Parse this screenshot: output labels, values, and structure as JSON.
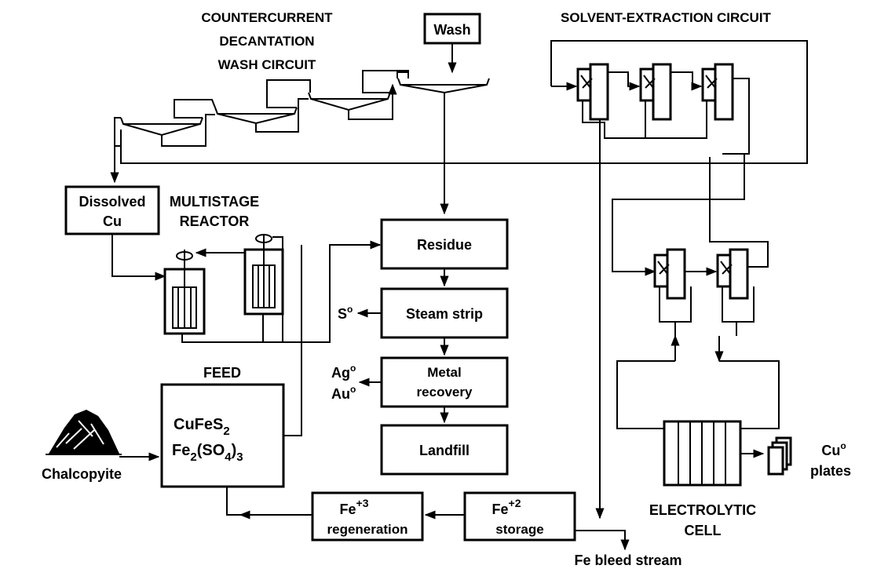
{
  "title_ccd": [
    "COUNTERCURRENT",
    "DECANTATION",
    "WASH CIRCUIT"
  ],
  "title_sx": "SOLVENT-EXTRACTION CIRCUIT",
  "wash": "Wash",
  "dissolved": [
    "Dissolved",
    "Cu"
  ],
  "reactor_title": [
    "MULTISTAGE",
    "REACTOR"
  ],
  "residue": "Residue",
  "steam_strip": "Steam strip",
  "sulfur": "S",
  "metal_recovery": [
    "Metal",
    "recovery"
  ],
  "silver": "Ag",
  "gold": "Au",
  "landfill": "Landfill",
  "feed_title": "FEED",
  "feed_formula": {
    "line1_base": "CuFeS",
    "line1_sub": "2",
    "line2_a": "Fe",
    "line2_sub1": "2",
    "line2_b": "(SO",
    "line2_sub2": "4",
    "line2_c": ")",
    "line2_sub3": "3"
  },
  "chalcopyrite": "Chalcopyite",
  "fe3": {
    "base": "Fe",
    "sup": "+3",
    "label": "regeneration"
  },
  "fe2": {
    "base": "Fe",
    "sup": "+2",
    "label": "storage"
  },
  "bleed": "Fe bleed stream",
  "electrolytic": [
    "ELECTROLYTIC",
    "CELL"
  ],
  "cu_plates": [
    "Cu",
    "plates"
  ],
  "degree": "o"
}
